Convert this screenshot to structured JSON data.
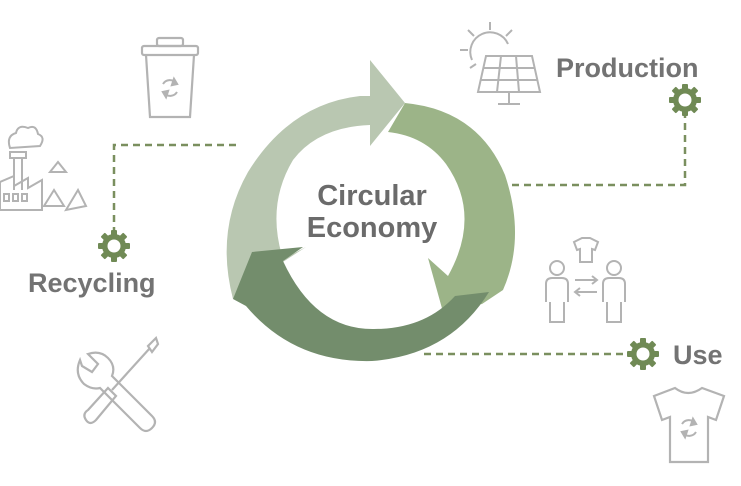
{
  "center": {
    "line1": "Circular",
    "line2": "Economy"
  },
  "stages": {
    "production": "Production",
    "use": "Use",
    "recycling": "Recycling"
  },
  "colors": {
    "arrow_light": "#b9c7b1",
    "arrow_mid": "#9cb488",
    "arrow_dark": "#738d6c",
    "connector": "#7a8f5f",
    "gear": "#708a55",
    "icon": "#b3b3b3",
    "text": "#737373"
  },
  "icons": [
    "trash-bin-recycle-icon",
    "factory-recycle-icon",
    "wrench-screwdriver-icon",
    "sun-solar-panel-icon",
    "people-exchange-shirt-icon",
    "tshirt-recycle-icon",
    "gear-icon"
  ]
}
